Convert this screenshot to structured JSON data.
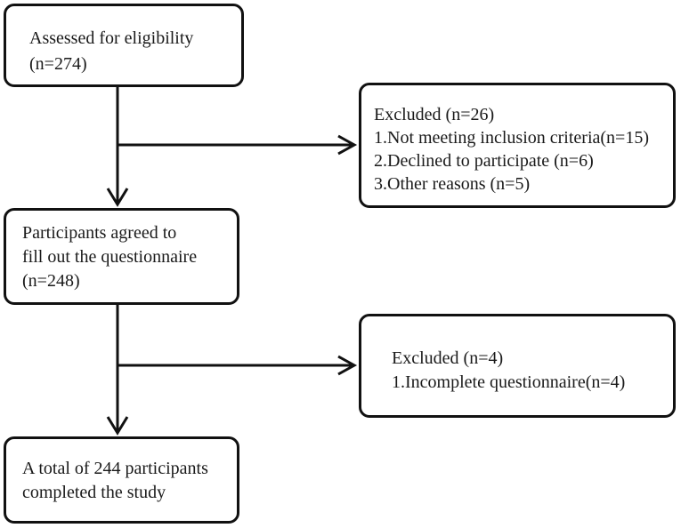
{
  "boxes": {
    "assessed": {
      "lines": [
        "Assessed for eligibility",
        "(n=274)"
      ]
    },
    "excluded_first": {
      "lines": [
        "Excluded (n=26)",
        "1.Not meeting inclusion criteria(n=15)",
        "2.Declined to participate (n=6)",
        "3.Other reasons (n=5)"
      ]
    },
    "agreed": {
      "lines": [
        "Participants agreed to",
        "fill out the questionnaire",
        "(n=248)"
      ]
    },
    "excluded_second": {
      "lines": [
        "Excluded (n=4)",
        "1.Incomplete questionnaire(n=4)"
      ]
    },
    "completed": {
      "lines": [
        "A total of 244 participants",
        "completed the study"
      ]
    }
  },
  "colors": {
    "line": "#111111",
    "box_fill": "#ffffff"
  }
}
